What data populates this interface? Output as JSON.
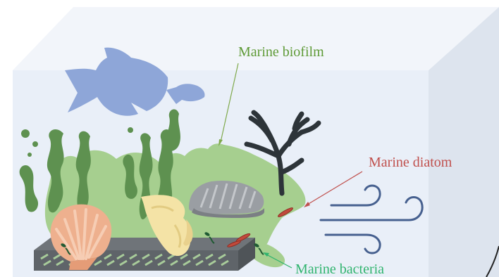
{
  "labels": {
    "biofilm": "Marine biofilm",
    "diatom": "Marine diatom",
    "bacteria": "Marine bacteria"
  },
  "colors": {
    "tank_front": "#e9eff8",
    "tank_side": "#dde4ee",
    "tank_top": "#f2f5fa",
    "biofilm": "#a6cf8f",
    "seaweed": "#5e9150",
    "fish": "#8ea6d8",
    "coral": "#2d3439",
    "scallop": "#eeb08e",
    "conch": "#f4e3a6",
    "clam": "#9a9ea3",
    "mesh": "#6f7479",
    "diatom": "#c14a3c",
    "bacteria": "#1f5a33",
    "wind": "#46608f",
    "biofilm_label": "#5e9a36",
    "diatom_label": "#c0504d",
    "bacteria_label": "#2fb46e"
  },
  "icons": {
    "fish": "fish-icon",
    "coral": "coral-icon",
    "seaweed": "seaweed-icon",
    "scallop": "scallop-shell-icon",
    "conch": "conch-shell-icon",
    "clam": "clam-shell-icon",
    "wind": "water-flow-icon",
    "mesh": "mesh-substrate-icon"
  }
}
